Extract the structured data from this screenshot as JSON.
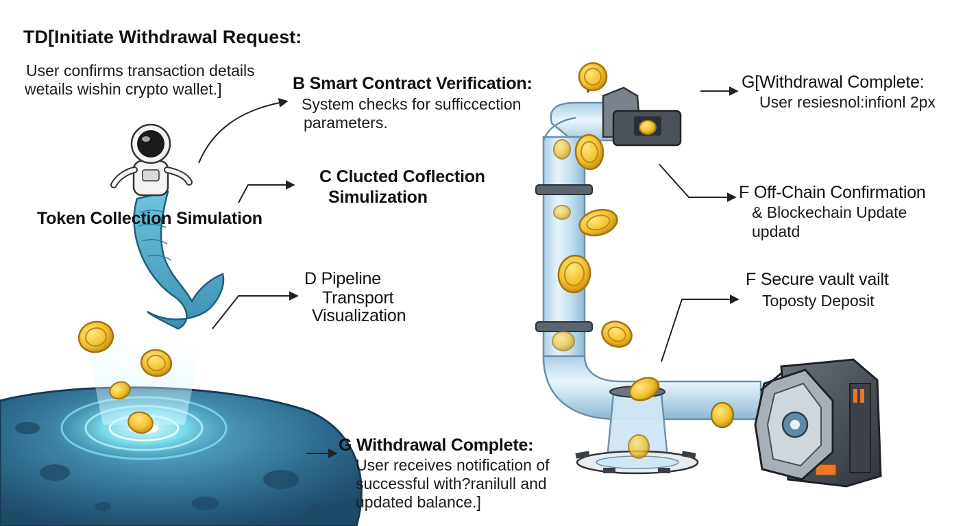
{
  "title": "TD[Initiate Withdrawal Request:",
  "intro": {
    "line1": "User confirms transaction details",
    "line2": "wetails wishin crypto wallet.]"
  },
  "token_label": "Token Collection Simulation",
  "steps": {
    "b": {
      "heading": "B Smart Contract Verification:",
      "line1": "System checks for sufficcection",
      "line2": "parameters."
    },
    "c": {
      "line1": "C Clucted Coflection",
      "line2": "Simulization"
    },
    "d": {
      "line1": "D Pipeline",
      "line2": "Transport",
      "line3": "Visualization"
    },
    "g_bottom": {
      "heading": "G Withdrawal Complete:",
      "line1": "User receives notification of",
      "line2": "successful with?ranilull and",
      "line3": "updated balance.]"
    },
    "g_top": {
      "heading": "G[Withdrawal Complete:",
      "line1": "User resiesnol:infionl 2px"
    },
    "f_offchain": {
      "line1": "F Off-Chain Confirmation",
      "line2": "& Blockechain Update",
      "line3": "updatd"
    },
    "f_vault": {
      "line1": "F  Secure vault vailt",
      "line2": "Toposty Deposit"
    }
  },
  "colors": {
    "coin": "#f2c230",
    "coin_edge": "#b8860b",
    "pipe": "#cfe6f5",
    "pipe_edge": "#6b8fa8",
    "planet": "#3b7fa3",
    "mermaid_tail": "#5fb6cf",
    "vault": "#4a5058",
    "vault_accent": "#e8782a",
    "arrow": "#222222"
  }
}
